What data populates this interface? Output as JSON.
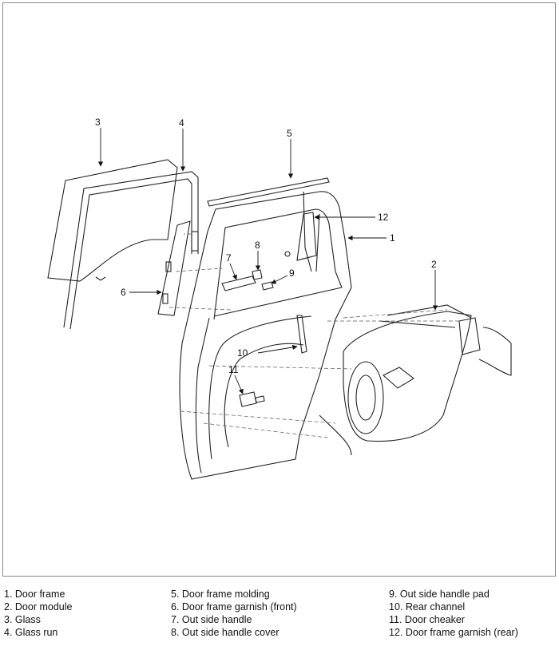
{
  "callouts": {
    "c1": "1",
    "c2": "2",
    "c3": "3",
    "c4": "4",
    "c5": "5",
    "c6": "6",
    "c7": "7",
    "c8": "8",
    "c9": "9",
    "c10": "10",
    "c11": "11",
    "c12": "12"
  },
  "legend": {
    "col1": [
      "1. Door frame",
      "2. Door module",
      "3. Glass",
      "4. Glass run"
    ],
    "col2": [
      "5. Door frame molding",
      "6. Door frame garnish (front)",
      "7. Out side handle",
      "8. Out side handle cover"
    ],
    "col3": [
      "9. Out side handle pad",
      "10. Rear channel",
      "11. Door cheaker",
      "12. Door frame garnish (rear)"
    ]
  }
}
